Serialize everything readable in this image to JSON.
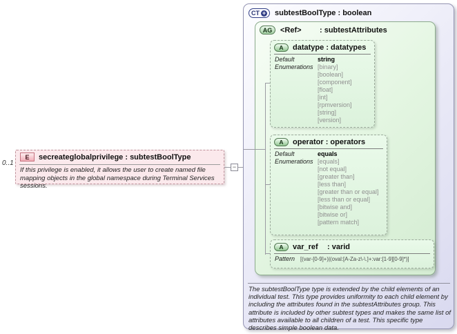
{
  "diagram": {
    "element": {
      "cardinality": "0..1",
      "badge": "E",
      "name": "secreateglobalprivilege",
      "type": ": subtestBoolType",
      "description": "If this privilege is enabled, it allows the user to create named file mapping objects in the global namespace during Terminal Services sessions."
    },
    "connector": {
      "collapse_glyph": "−"
    },
    "complex_type": {
      "badge": "CT",
      "extension_glyph": "+",
      "name": "subtestBoolType",
      "type": ": boolean",
      "footer": "The subtestBoolType type is extended by the child elements of an individual test.  This type provides uniformity to each child element by including the attributes found in the subtestAttributes group.  This attribute is included by other subtest types and makes the same list of attributes available to all children of a test.  This specific type describes simple boolean data."
    },
    "attribute_group": {
      "badge": "AG",
      "name": "<Ref>",
      "type": ": subtestAttributes"
    },
    "attributes": {
      "datatype": {
        "badge": "A",
        "name": "datatype",
        "type": ": datatypes",
        "default_label": "Default",
        "enumerations_label": "Enumerations",
        "default_value": "string",
        "enumerations": [
          "[binary]",
          "[boolean]",
          "[component]",
          "[float]",
          "[int]",
          "[rpmversion]",
          "[string]",
          "[version]"
        ]
      },
      "operator": {
        "badge": "A",
        "name": "operator",
        "type": ": operators",
        "default_label": "Default",
        "enumerations_label": "Enumerations",
        "default_value": "equals",
        "enumerations": [
          "[equals]",
          "[not equal]",
          "[greater than]",
          "[less than]",
          "[greater than or equal]",
          "[less than or equal]",
          "[bitwise and]",
          "[bitwise or]",
          "[pattern match]"
        ]
      },
      "var_ref": {
        "badge": "A",
        "name": "var_ref",
        "type": ": varid",
        "pattern_label": "Pattern",
        "pattern_value": "[(var-[0-9]+)|(oval:[A-Za-z\\-\\.]+:var:[1-9][0-9]*)]"
      }
    },
    "colors": {
      "element_fill": "#fbe9ec",
      "complex_type_fill": "#e2e2f4",
      "group_fill": "#e4f6e2",
      "attribute_fill": "#e2f5e2",
      "enum_text": "#8f8f8f"
    }
  }
}
